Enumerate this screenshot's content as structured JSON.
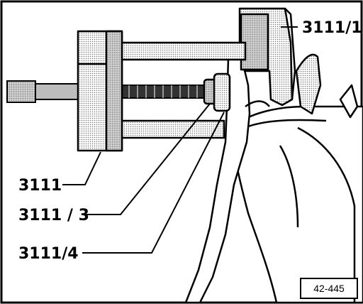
{
  "labels": {
    "main_tool": "3111",
    "top_part": "3111/1",
    "spacer": "3111 / 3",
    "adapter": "3111/4"
  },
  "figure_ref": "42-445",
  "colors": {
    "ink": "#000000",
    "paper": "#ffffff",
    "screen": "#c8c8c8"
  }
}
